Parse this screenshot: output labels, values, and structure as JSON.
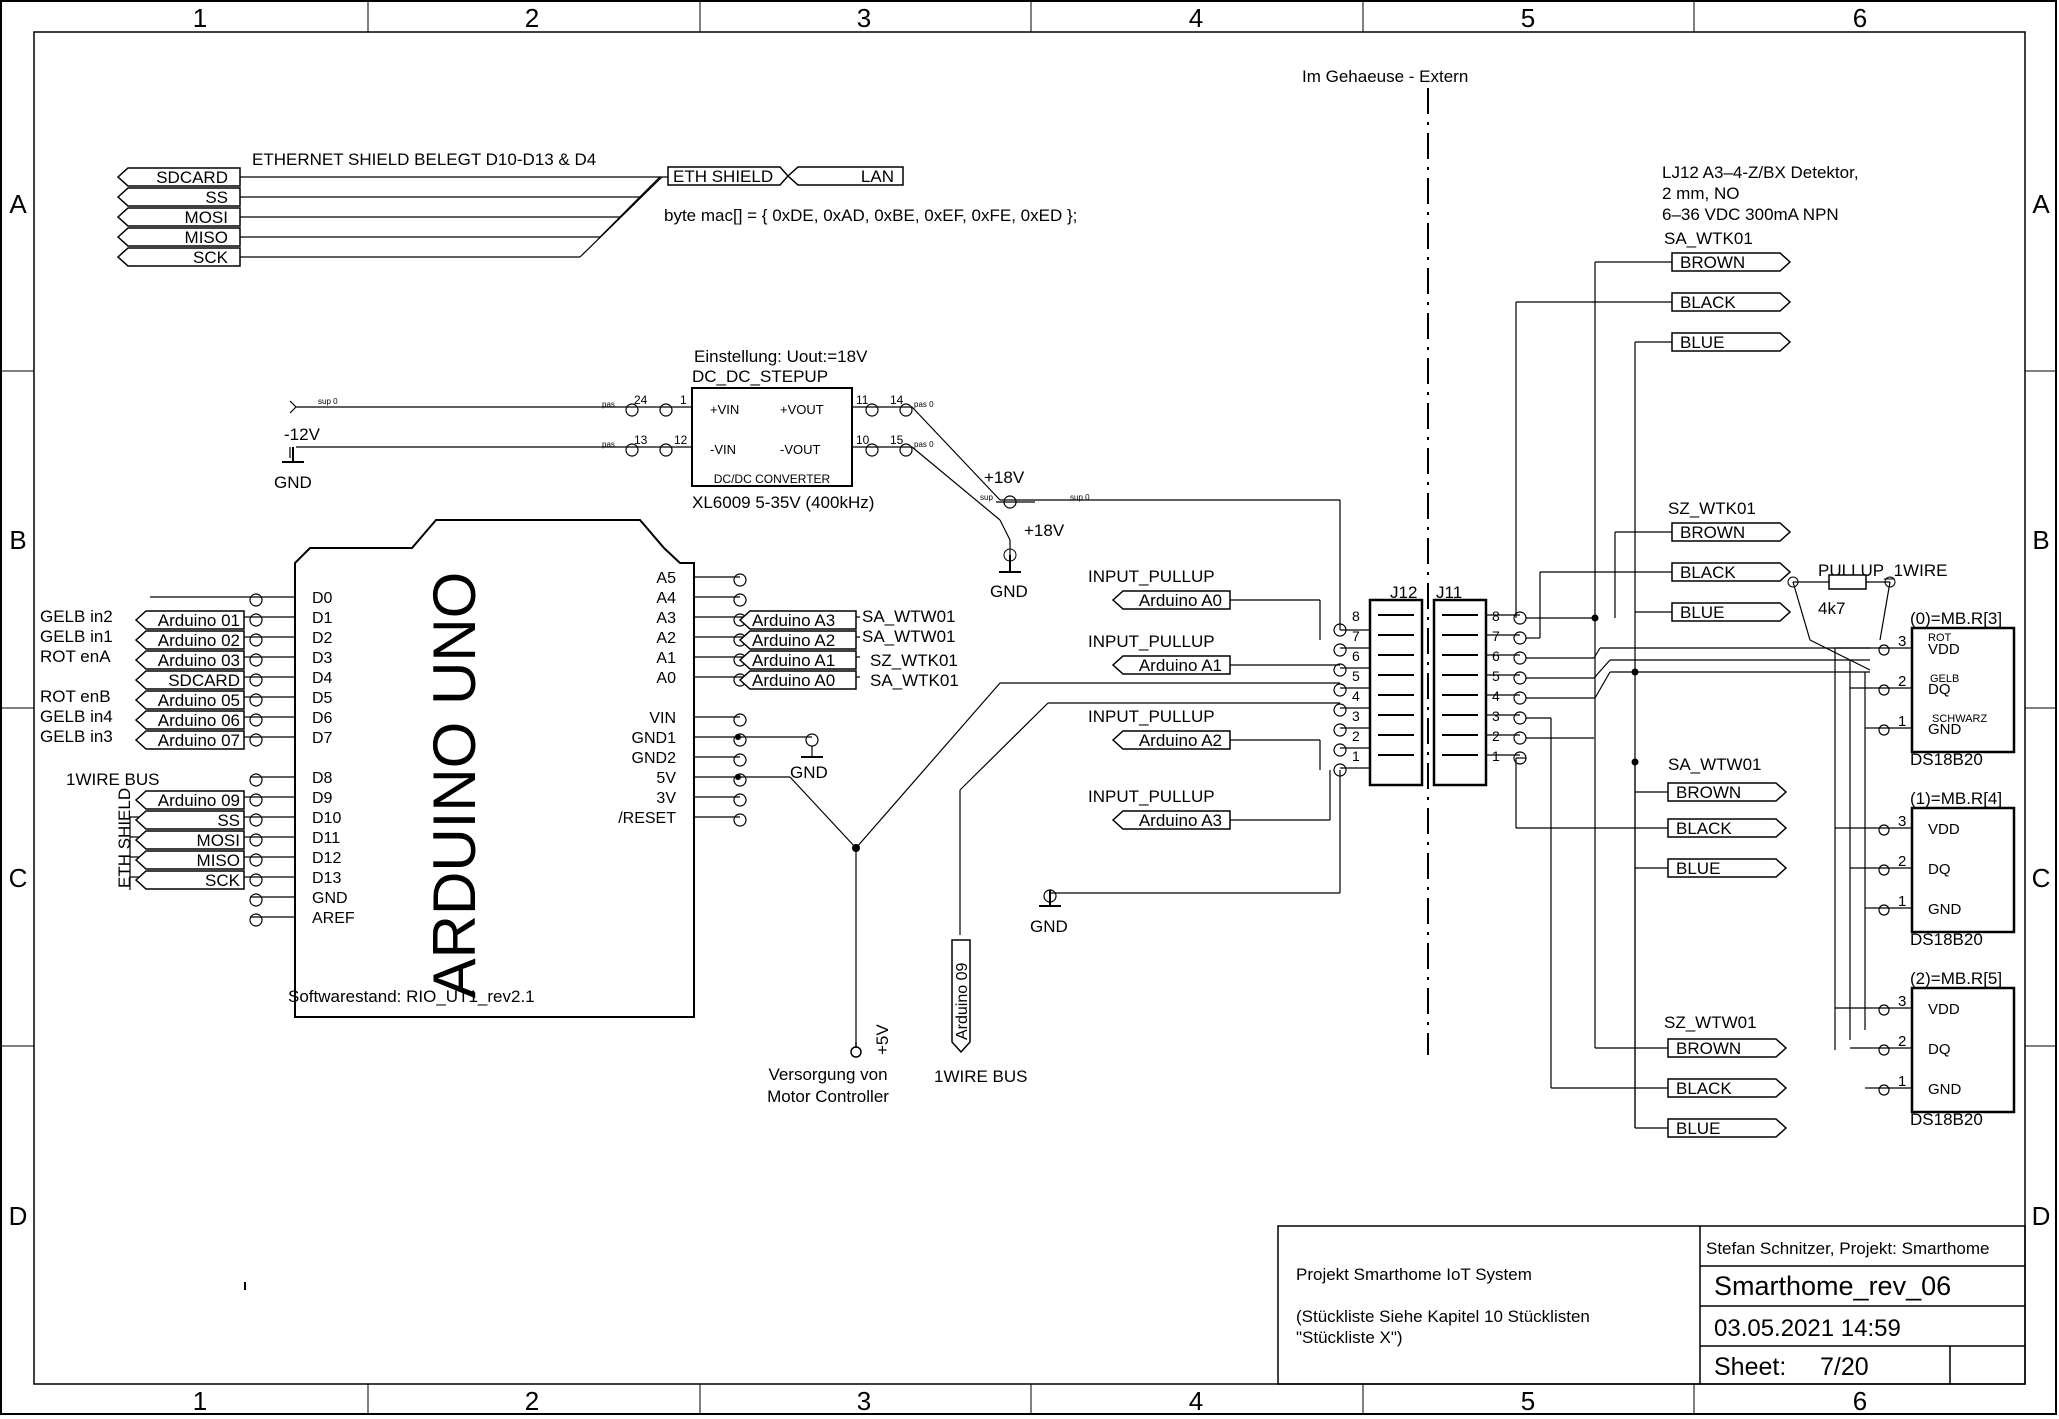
{
  "frame": {
    "columns": [
      "1",
      "2",
      "3",
      "4",
      "5",
      "6"
    ],
    "rows": [
      "A",
      "B",
      "C",
      "D"
    ]
  },
  "notes": {
    "housing": "Im Gehaeuse - Extern",
    "ethernet": "ETHERNET SHIELD BELEGT D10-D13 & D4",
    "mac": "byte mac[] = { 0xDE, 0xAD, 0xBE, 0xEF, 0xFE, 0xED };",
    "detector_line1": "LJ12 A3–4-Z/BX Detektor,",
    "detector_line2": "2 mm, NO",
    "detector_line3": "6–36 VDC 300mA NPN",
    "software": "Softwarestand: RIO_UT1_rev2.1",
    "motor_line1": "Versorgung von",
    "motor_line2": "Motor Controller",
    "onewire_bus_label": "1WIRE BUS",
    "eth_shield_vertical": "ETH SHIELD"
  },
  "left_flags": [
    "SDCARD",
    "SS",
    "MOSI",
    "MISO",
    "SCK"
  ],
  "eth": {
    "shield": "ETH SHIELD",
    "lan": "LAN"
  },
  "dcdc": {
    "setting": "Einstellung: Uout:=18V",
    "name": "DC_DC_STEPUP",
    "vin_plus": "+VIN",
    "vout_plus": "+VOUT",
    "vin_minus": "-VIN",
    "vout_minus": "-VOUT",
    "body": "DC/DC CONVERTER",
    "part": "XL6009 5-35V (400kHz)",
    "pins": [
      "24",
      "1",
      "13",
      "12",
      "11",
      "14",
      "10",
      "15"
    ]
  },
  "supplies": {
    "minus12": "-12V",
    "gnd": "GND",
    "plus18": "+18V",
    "plus5": "+5V"
  },
  "arduino": {
    "title": "ARDUINO UNO",
    "left_pins": [
      "D0",
      "D1",
      "D2",
      "D3",
      "D4",
      "D5",
      "D6",
      "D7",
      "D8",
      "D9",
      "D10",
      "D11",
      "D12",
      "D13",
      "GND",
      "AREF"
    ],
    "right_pins": [
      "A5",
      "A4",
      "A3",
      "A2",
      "A1",
      "A0",
      "VIN",
      "GND1",
      "GND2",
      "5V",
      "3V",
      "/RESET"
    ],
    "left_flags": [
      "Arduino 01",
      "Arduino 02",
      "Arduino 03",
      "SDCARD",
      "Arduino 05",
      "Arduino 06",
      "Arduino 07",
      "Arduino 09",
      "SS",
      "MOSI",
      "MISO",
      "SCK"
    ],
    "left_labels": [
      "GELB  in2",
      "GELB  in1",
      "ROT   enA",
      "ROT   enB",
      "GELB in4",
      "GELB in3",
      "1WIRE BUS"
    ],
    "right_flags": [
      "Arduino A3",
      "Arduino A2",
      "Arduino A1",
      "Arduino A0"
    ],
    "right_labels": [
      "SA_WTW01",
      "SA_WTW01",
      "SZ_WTK01",
      "SA_WTK01"
    ]
  },
  "inputs": {
    "label": "INPUT_PULLUP",
    "flags": [
      "Arduino A0",
      "Arduino A1",
      "Arduino A2",
      "Arduino A3"
    ],
    "vertical_flag": "Arduino 09"
  },
  "connectors": {
    "j12": "J12",
    "j11": "J11",
    "pins": [
      "8",
      "7",
      "6",
      "5",
      "4",
      "3",
      "2",
      "1"
    ]
  },
  "sensors": {
    "groups": [
      "SA_WTK01",
      "SZ_WTK01",
      "SA_WTW01",
      "SZ_WTW01"
    ],
    "colors": [
      "BROWN",
      "BLACK",
      "BLUE"
    ]
  },
  "pullup": {
    "name": "PULLUP_1WIRE",
    "value": "4k7"
  },
  "ds18b20": [
    {
      "ref": "(0)=MB.R[3]",
      "part": "DS18B20"
    },
    {
      "ref": "(1)=MB.R[4]",
      "part": "DS18B20"
    },
    {
      "ref": "(2)=MB.R[5]",
      "part": "DS18B20"
    }
  ],
  "ds_pins": {
    "vdd": "VDD",
    "dq": "DQ",
    "gnd": "GND",
    "n3": "3",
    "n2": "2",
    "n1": "1"
  },
  "ds_wire_colors": {
    "rot": "ROT",
    "gelb": "GELB",
    "schwarz": "SCHWARZ"
  },
  "title_block": {
    "project": "Projekt Smarthome IoT System",
    "note_line1": "(Stückliste Siehe Kapitel 10 Stücklisten",
    "note_line2": "\"Stückliste X\")",
    "author": "Stefan Schnitzer, Projekt: Smarthome",
    "filename": "Smarthome_rev_06",
    "date": "03.05.2021 14:59",
    "sheet_label": "Sheet:",
    "sheet_value": "7/20"
  }
}
